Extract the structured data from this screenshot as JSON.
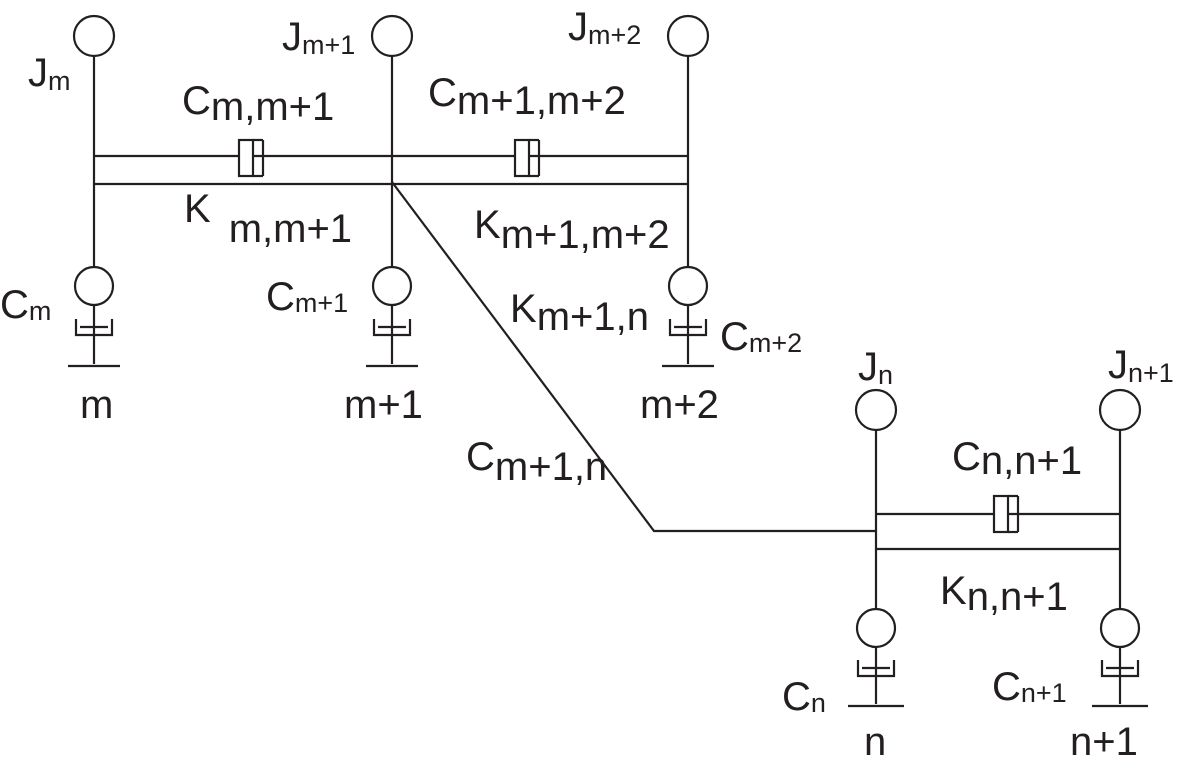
{
  "colors": {
    "line": "#231f20",
    "background": "#ffffff"
  },
  "nodes": {
    "m": {
      "label": "m",
      "inertia": [
        "J",
        "m"
      ],
      "damping": [
        "C",
        "m"
      ]
    },
    "m1": {
      "label": "m+1",
      "inertia": [
        "J",
        "m+1"
      ],
      "damping": [
        "C",
        "m+1"
      ]
    },
    "m2": {
      "label": "m+2",
      "inertia": [
        "J",
        "m+2"
      ],
      "damping": [
        "C",
        "m+2"
      ]
    },
    "n": {
      "label": "n",
      "inertia": [
        "J",
        "n"
      ],
      "damping": [
        "C",
        "n"
      ]
    },
    "n1": {
      "label": "n+1",
      "inertia": [
        "J",
        "n+1"
      ],
      "damping": [
        "C",
        "n+1"
      ]
    }
  },
  "couplings": {
    "c_m_m1": [
      "C",
      "m,m+1"
    ],
    "k_m_m1": [
      "K",
      "m,m+1"
    ],
    "c_m1_m2": [
      "C",
      "m+1,m+2"
    ],
    "k_m1_m2": [
      "K",
      "m+1,m+2"
    ],
    "k_m1_n": [
      "K",
      "m+1,n"
    ],
    "c_m1_n": [
      "C",
      "m+1,n"
    ],
    "c_n_n1": [
      "C",
      "n,n+1"
    ],
    "k_n_n1": [
      "K",
      "n,n+1"
    ]
  }
}
